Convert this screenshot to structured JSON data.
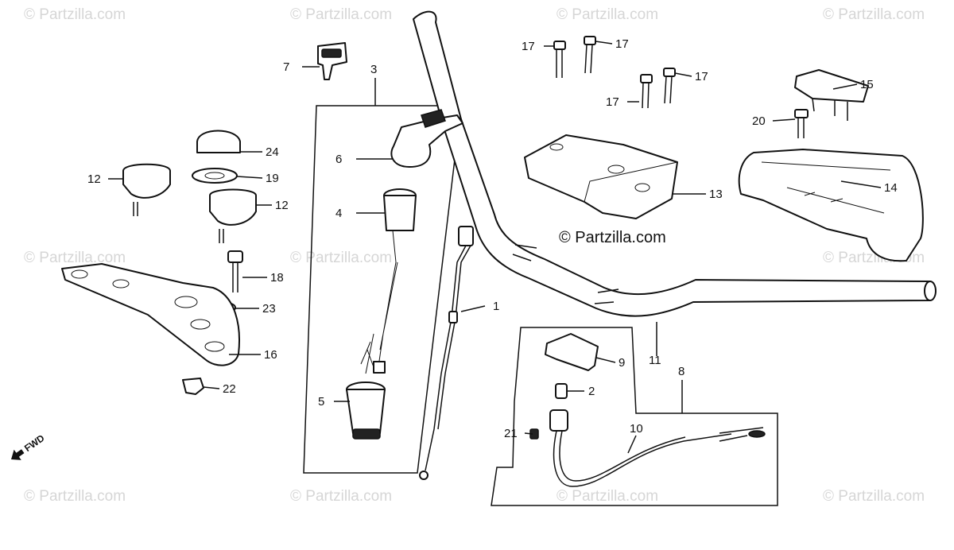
{
  "watermark": "© Partzilla.com",
  "copyright": "© Partzilla.com",
  "fwd_label": "FWD",
  "callouts": {
    "c1": "1",
    "c2": "2",
    "c3": "3",
    "c4": "4",
    "c5": "5",
    "c6": "6",
    "c7": "7",
    "c8": "8",
    "c9": "9",
    "c10": "10",
    "c11": "11",
    "c12a": "12",
    "c12b": "12",
    "c13": "13",
    "c14": "14",
    "c15": "15",
    "c16": "16",
    "c17a": "17",
    "c17b": "17",
    "c17c": "17",
    "c17d": "17",
    "c18": "18",
    "c19": "19",
    "c20": "20",
    "c21": "21",
    "c22": "22",
    "c23": "23",
    "c24": "24"
  }
}
